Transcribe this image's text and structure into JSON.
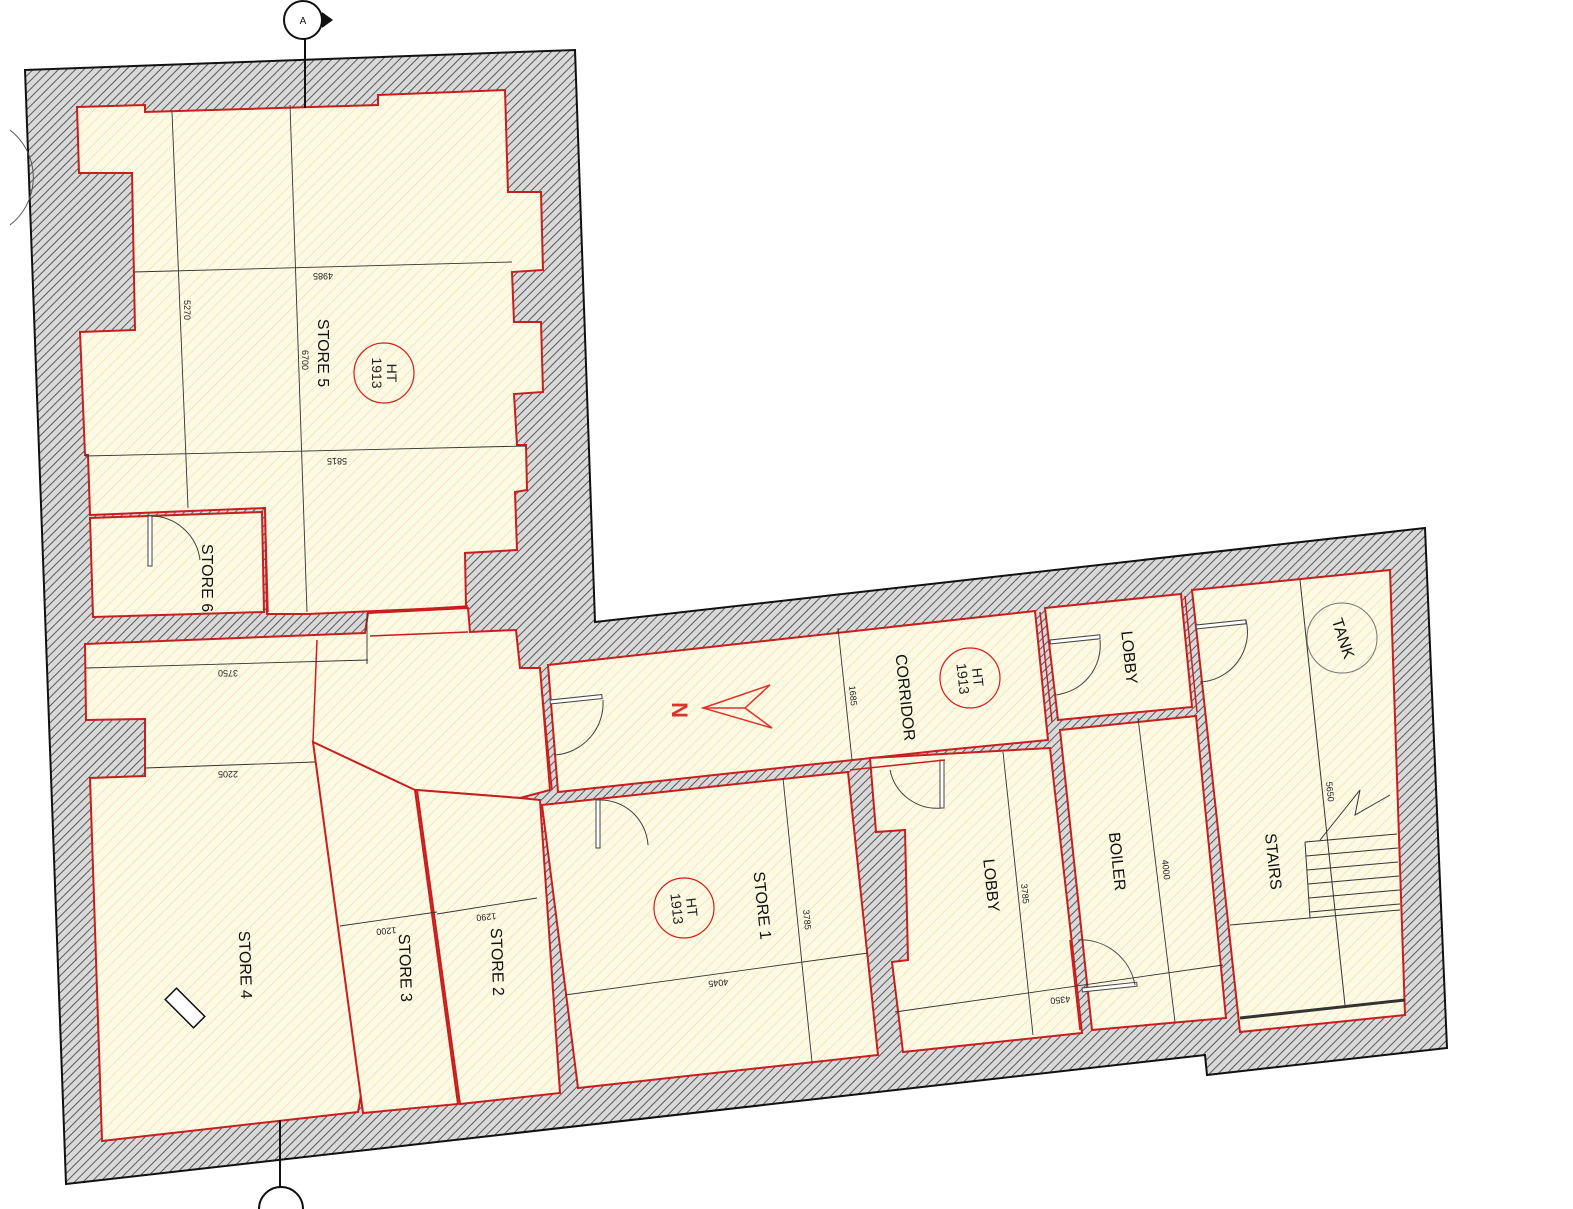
{
  "colors": {
    "wall_outline": "#111111",
    "room_outline": "#d11f1f",
    "room_fill": "#fbf7dc",
    "room_hatch": "#f0d27a",
    "wall_hatch": "#6e6e6e",
    "dimension_line": "#333333"
  },
  "section_marker": {
    "label": "A"
  },
  "rooms": [
    {
      "id": "store5",
      "label": "STORE 5"
    },
    {
      "id": "store6",
      "label": "STORE 6"
    },
    {
      "id": "store4",
      "label": "STORE 4"
    },
    {
      "id": "store3",
      "label": "STORE 3"
    },
    {
      "id": "store2",
      "label": "STORE 2"
    },
    {
      "id": "store1",
      "label": "STORE 1"
    },
    {
      "id": "corridor",
      "label": "CORRIDOR"
    },
    {
      "id": "lobby_upper",
      "label": "LOBBY"
    },
    {
      "id": "lobby_lower",
      "label": "LOBBY"
    },
    {
      "id": "boiler",
      "label": "BOILER"
    },
    {
      "id": "stairs",
      "label": "STAIRS"
    },
    {
      "id": "tank",
      "label": "TANK"
    }
  ],
  "height_tags": [
    {
      "id": "ht_store5",
      "line1": "HT",
      "line2": "1913"
    },
    {
      "id": "ht_corridor",
      "line1": "HT",
      "line2": "1913"
    },
    {
      "id": "ht_store1",
      "line1": "HT",
      "line2": "1913"
    }
  ],
  "dimensions": [
    {
      "id": "d4985",
      "value": "4985"
    },
    {
      "id": "d5270",
      "value": "5270"
    },
    {
      "id": "d6700",
      "value": "6700"
    },
    {
      "id": "d5815",
      "value": "5815"
    },
    {
      "id": "d3750",
      "value": "3750"
    },
    {
      "id": "d2205",
      "value": "2205"
    },
    {
      "id": "d1200",
      "value": "1200"
    },
    {
      "id": "d1290",
      "value": "1290"
    },
    {
      "id": "d4045",
      "value": "4045"
    },
    {
      "id": "d3785a",
      "value": "3785"
    },
    {
      "id": "d1685",
      "value": "1685"
    },
    {
      "id": "d3785b",
      "value": "3785"
    },
    {
      "id": "d4350",
      "value": "4350"
    },
    {
      "id": "d4000",
      "value": "4000"
    },
    {
      "id": "d5650",
      "value": "5650"
    }
  ],
  "north_arrow": {
    "label": "N"
  }
}
